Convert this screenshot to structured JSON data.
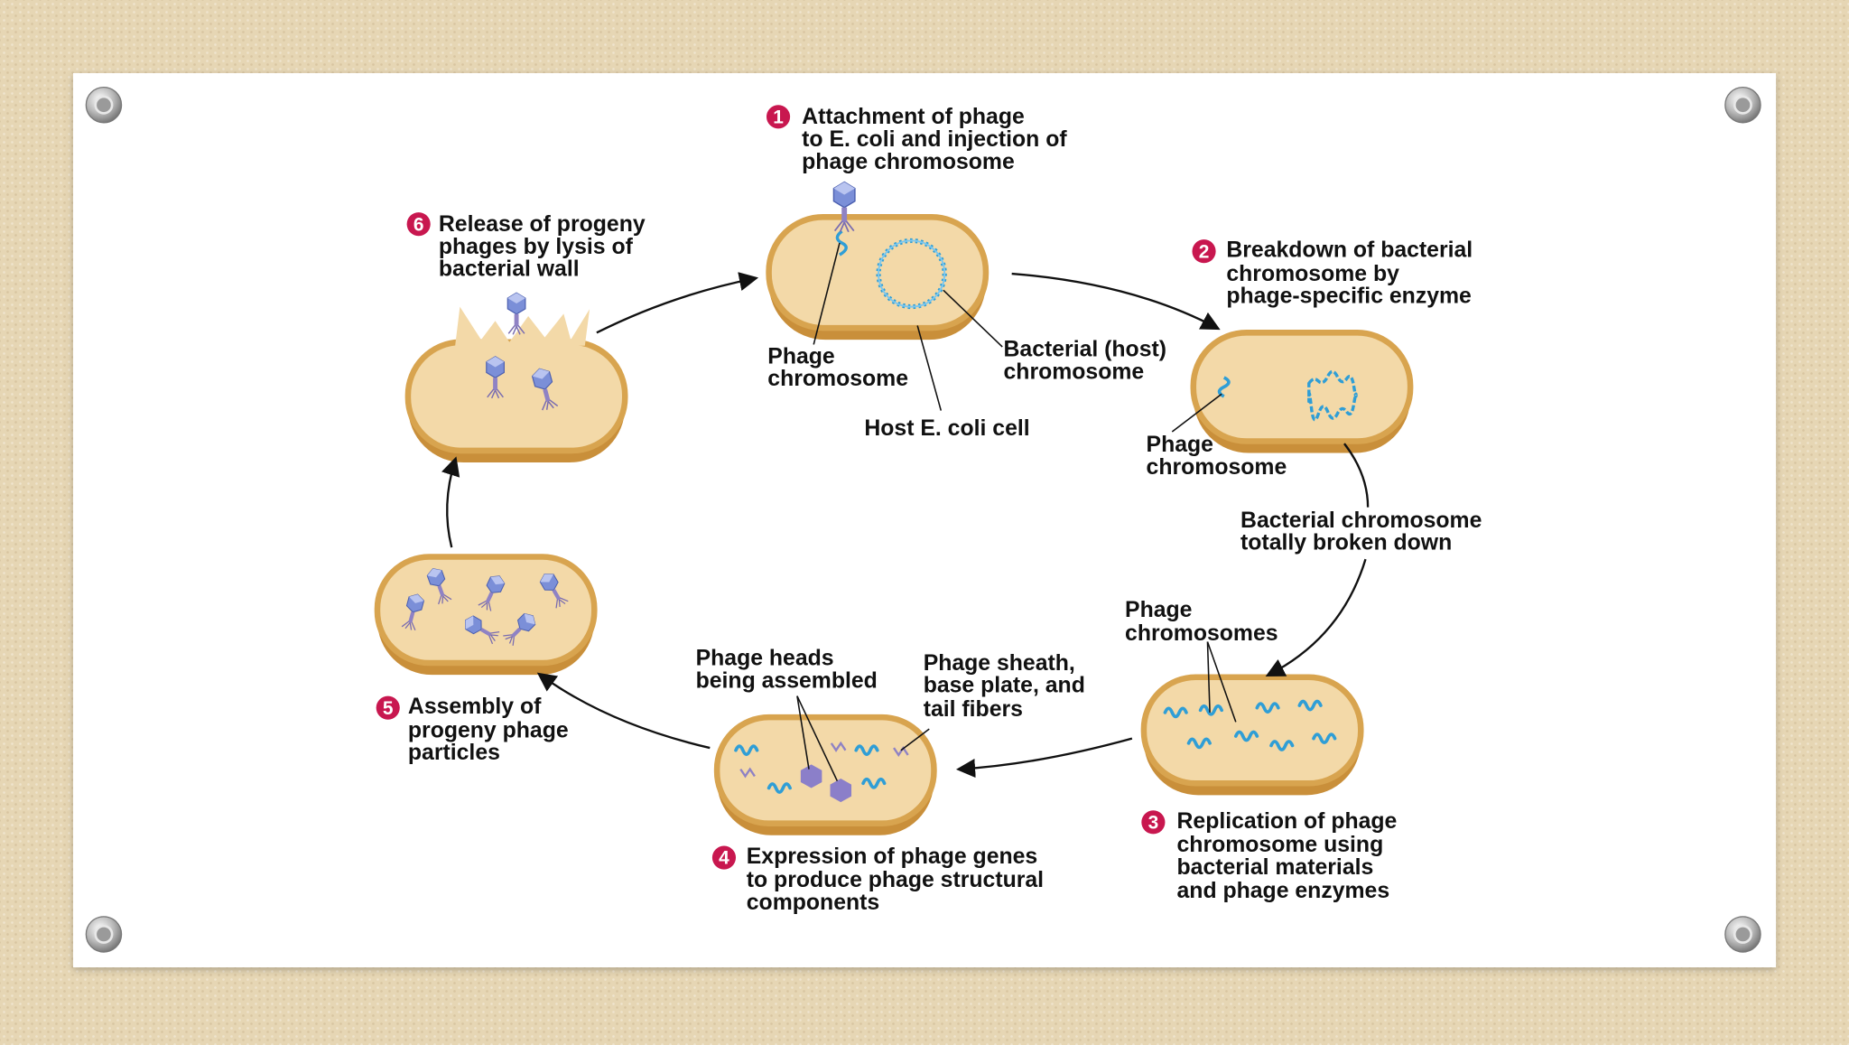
{
  "slide": {
    "steps": [
      {
        "number": "1",
        "lines": [
          "Attachment of phage",
          "to ",
          "E. coli",
          " and injection of",
          "phage chromosome"
        ]
      },
      {
        "number": "2",
        "lines": [
          "Breakdown of bacterial",
          "chromosome by",
          "phage-specific enzyme"
        ]
      },
      {
        "number": "3",
        "lines": [
          "Replication of phage",
          "chromosome using",
          "bacterial materials",
          "and phage enzymes"
        ]
      },
      {
        "number": "4",
        "lines": [
          "Expression of phage genes",
          "to produce phage structural",
          "components"
        ]
      },
      {
        "number": "5",
        "lines": [
          "Assembly of",
          "progeny phage",
          "particles"
        ]
      },
      {
        "number": "6",
        "lines": [
          "Release of progeny",
          "phages by lysis of",
          "bacterial wall"
        ]
      }
    ],
    "labels": {
      "phage_chromosome_1": [
        "Phage",
        "chromosome"
      ],
      "bacterial_host_chromosome": [
        "Bacterial (host)",
        "chromosome"
      ],
      "host_ecoli_cell": "Host E. coli cell",
      "phage_chromosome_2": [
        "Phage",
        "chromosome"
      ],
      "bacterial_chromosome_broken": [
        "Bacterial chromosome",
        "totally broken down"
      ],
      "phage_chromosomes": [
        "Phage",
        "chromosomes"
      ],
      "phage_sheath": [
        "Phage sheath,",
        "base plate, and",
        "tail fibers"
      ],
      "phage_heads": [
        "Phage heads",
        "being assembled"
      ]
    },
    "colors": {
      "cell_fill": "#f3d9a8",
      "cell_rim": "#d8a44f",
      "dna": "#2f9ed6",
      "step_badge": "#c8174f",
      "phage_head": "#7b8fd8"
    },
    "icons": [
      "pin-icon",
      "phage-icon",
      "dna-squiggle-icon",
      "arrow-icon"
    ]
  }
}
